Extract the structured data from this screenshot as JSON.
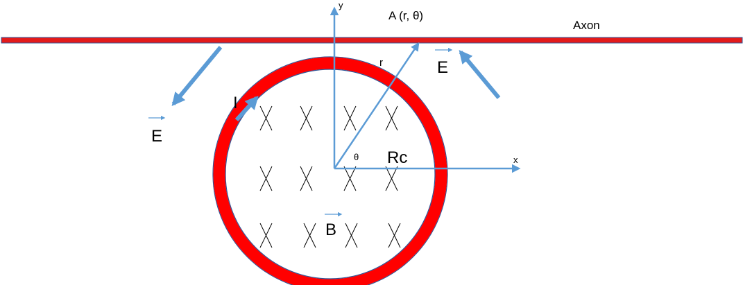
{
  "labels": {
    "axon": "Axon",
    "point_a": "A (r, θ)",
    "y_axis": "y",
    "x_axis": "x",
    "r": "r",
    "theta": "θ",
    "rc": "Rc",
    "current": "I",
    "e_field": "E",
    "b_field": "B"
  },
  "colors": {
    "axon": "#e31b1b",
    "coil": "#ff0000",
    "coil_outline": "#2f5597",
    "arrow": "#5b9bd5",
    "marks": "#000000"
  },
  "b_field_markers": "×"
}
